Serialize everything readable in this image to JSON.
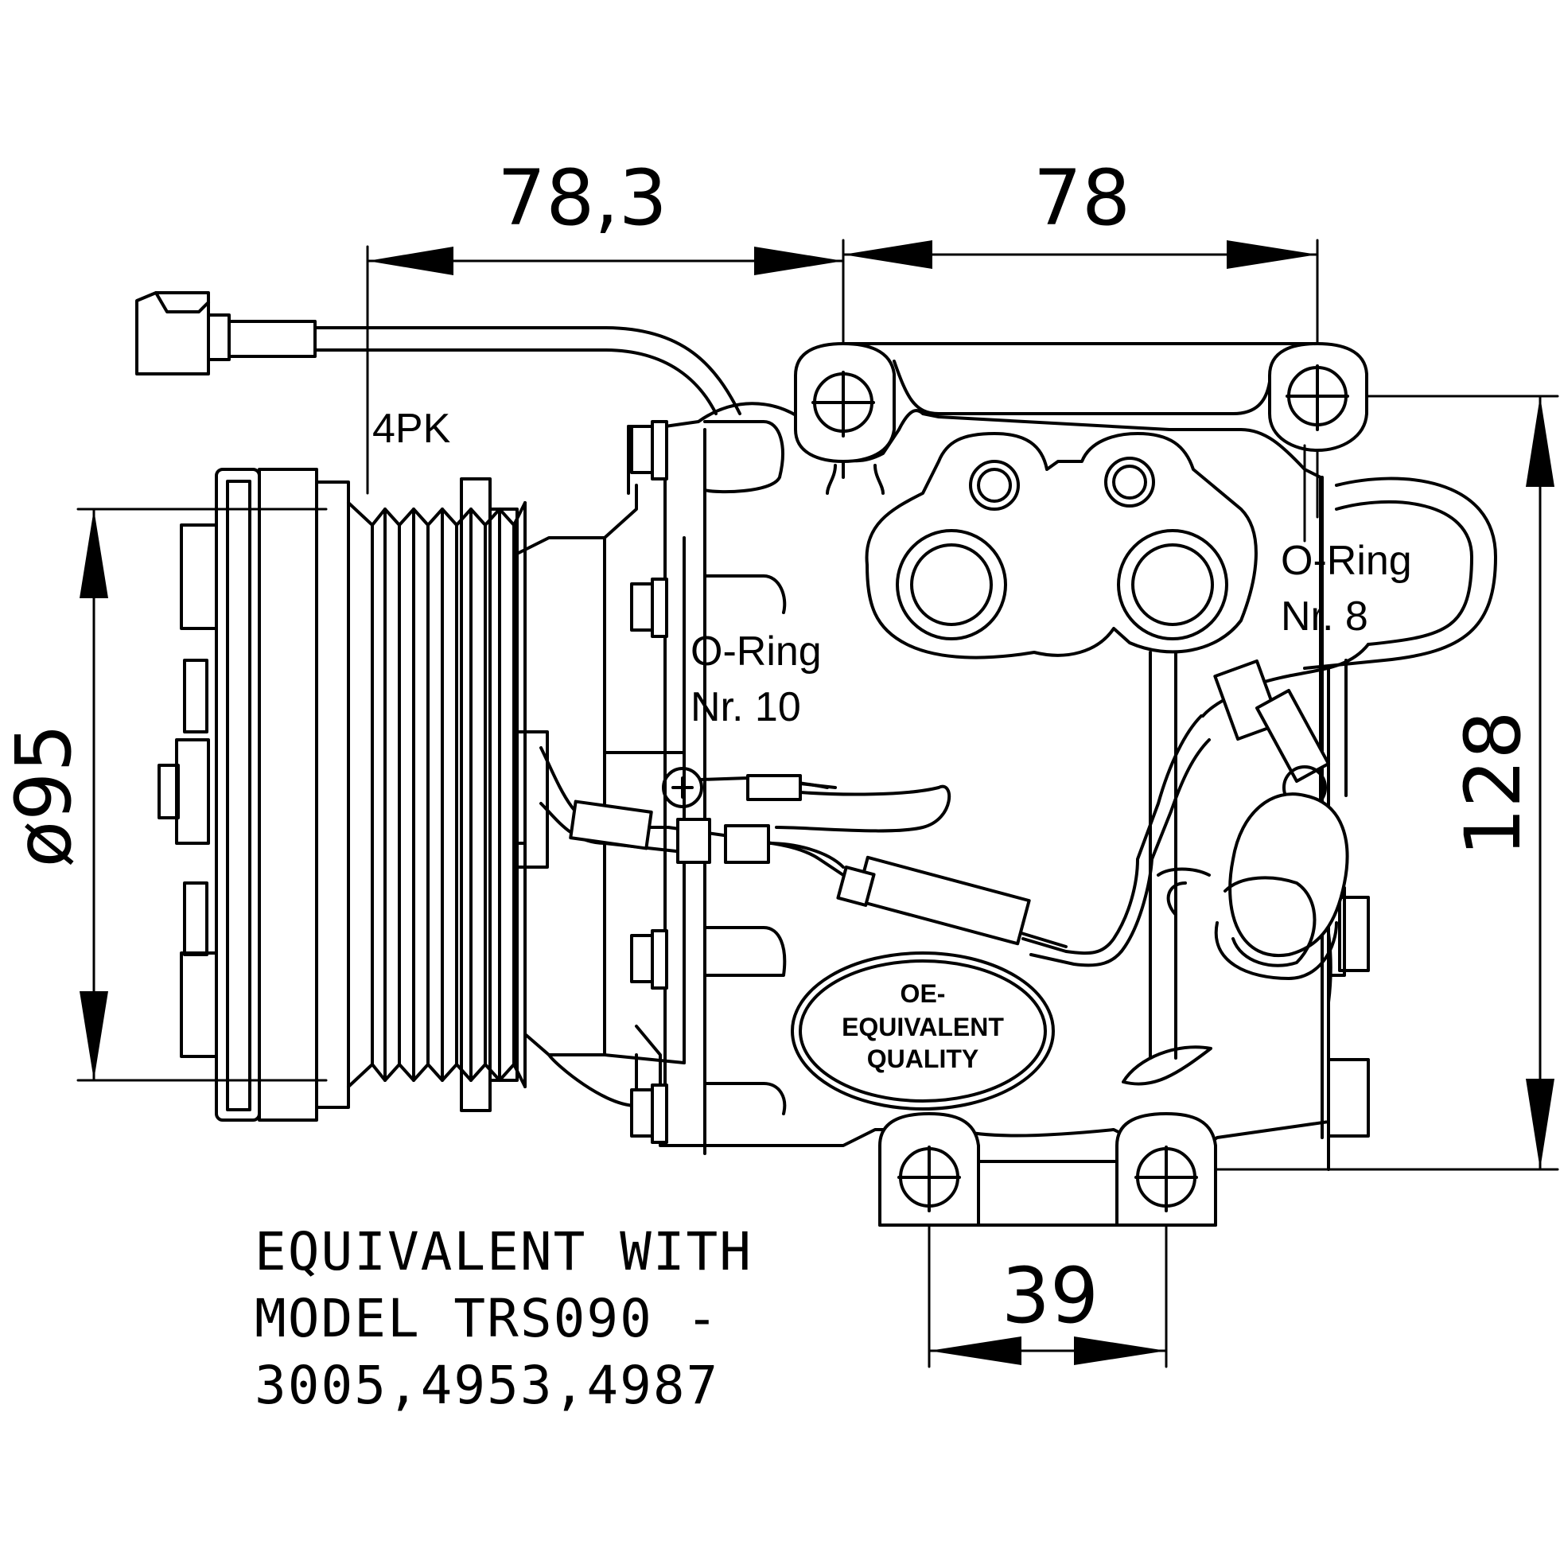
{
  "dimensions": {
    "pulley_to_center": "78,3",
    "bolt_spacing_top": "78",
    "pulley_diameter": "ø95",
    "height": "128",
    "bolt_spacing_bottom": "39"
  },
  "labels": {
    "belt_type": "4PK",
    "oring_left_line1": "O-Ring",
    "oring_left_line2": "Nr. 10",
    "oring_right_line1": "O-Ring",
    "oring_right_line2": "Nr. 8"
  },
  "stamp": {
    "line1": "OE-",
    "line2": "EQUIVALENT",
    "line3": "QUALITY"
  },
  "note": {
    "line1": "EQUIVALENT WITH",
    "line2": "MODEL TRS090 -",
    "line3": "3005,4953,4987"
  }
}
